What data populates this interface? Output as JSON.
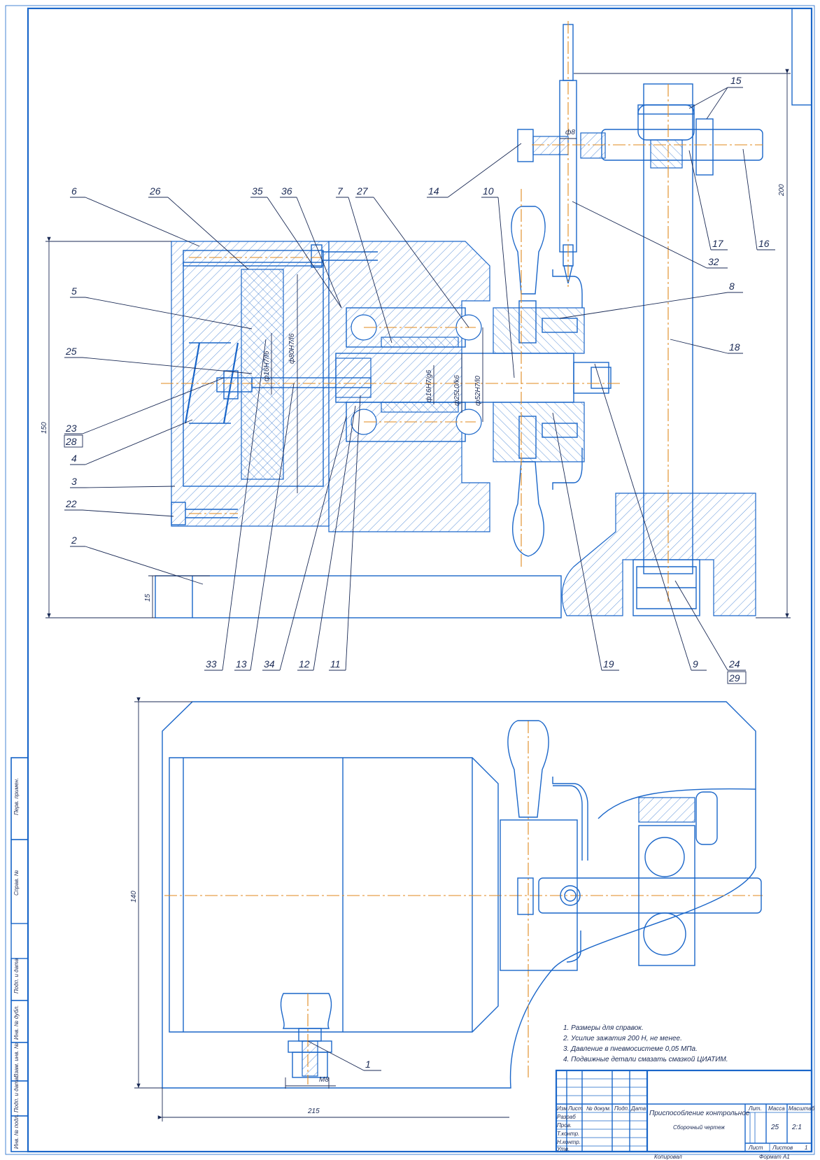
{
  "drawing": {
    "title": "Приспособление контрольное",
    "subtitle": "Сборочный чертеж",
    "format_label": "Формат   А1",
    "copied_label": "Копировал",
    "mass_header": "Масса",
    "scale_header": "Масштаб",
    "lit_header": "Лит.",
    "mass_value": "25",
    "scale_value": "2:1",
    "sheet_label": "Лист",
    "sheets_label": "Листов",
    "sheets_value": "1",
    "stamp_cols": [
      "Изм",
      "Лист",
      "№ докум.",
      "Подп.",
      "Дата"
    ],
    "stamp_roles": [
      "Разраб",
      "Пров.",
      "Т.контр.",
      "Н.контр.",
      "Утв."
    ]
  },
  "notes": [
    "1. Размеры для справок.",
    "2. Усилие зажатия 200 Н, не менее.",
    "3. Давление в пневмосистеме 0,05 МПа.",
    "4. Подвижные детали смазать смазкой ЦИАТИМ."
  ],
  "dimensions": {
    "d8": "ф8",
    "h200": "200",
    "h150": "150",
    "h15": "15",
    "fit_16H7_f6": "ф16H7/f6",
    "fit_80H7_f6": "ф80H7/f6",
    "fit_16H7_g6": "ф16H7/g6",
    "fit_25L0_k6": "ф25L0/k6",
    "fit_52H7_l0": "ф52H7/l0",
    "h140": "140",
    "w215": "215",
    "thread_m8": "М8"
  },
  "side_stamp": [
    "Перв. примен.",
    "Справ. №",
    "Подп. и дата",
    "Инв. № дубл.",
    "Взам. инв. №",
    "Подп. и дата",
    "Инв. № подл."
  ],
  "callouts": {
    "c1": "1",
    "c2": "2",
    "c3": "3",
    "c4": "4",
    "c5": "5",
    "c6": "6",
    "c7": "7",
    "c8": "8",
    "c9": "9",
    "c10": "10",
    "c11": "11",
    "c12": "12",
    "c13": "13",
    "c14": "14",
    "c15": "15",
    "c16": "16",
    "c17": "17",
    "c18": "18",
    "c19": "19",
    "c22": "22",
    "c23": "23",
    "c24": "24",
    "c25": "25",
    "c26": "26",
    "c27": "27",
    "c28": "28",
    "c29": "29",
    "c32": "32",
    "c33": "33",
    "c34": "34",
    "c35": "35",
    "c36": "36"
  },
  "colors": {
    "line": "#1a66c9",
    "axis": "#e08a1e",
    "dim": "#1a2a55"
  }
}
